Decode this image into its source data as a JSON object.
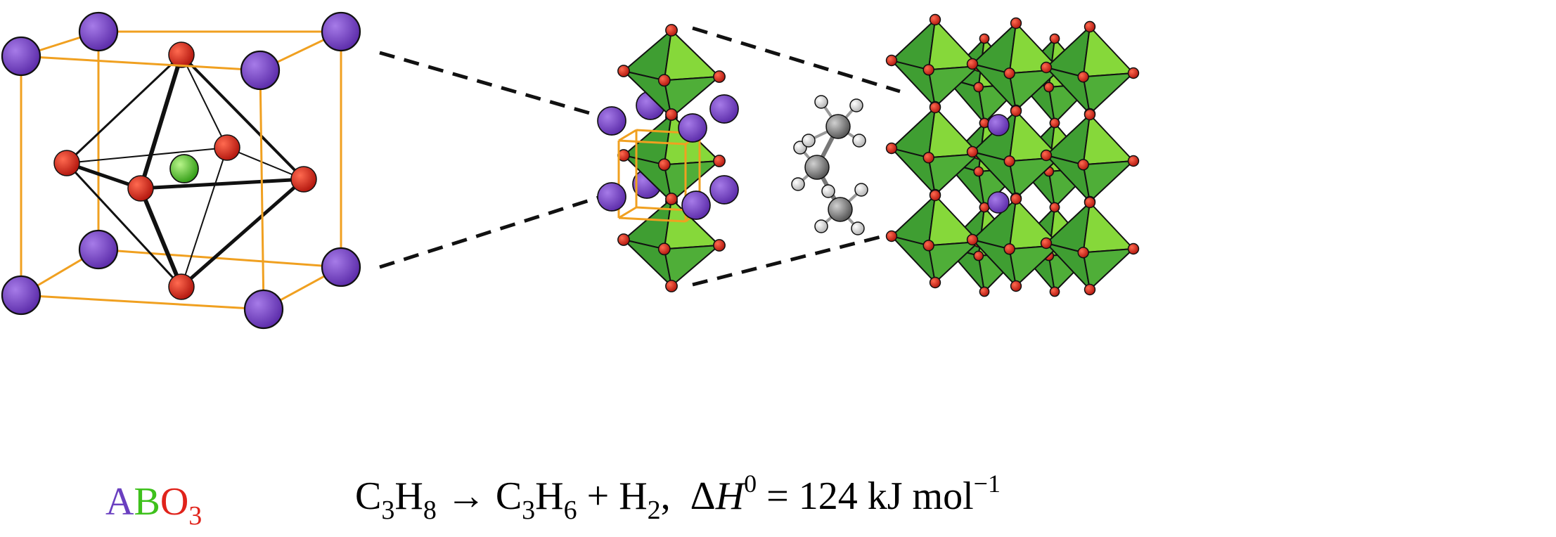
{
  "formula": {
    "A": "A",
    "B": "B",
    "O": "O",
    "sub": "3",
    "colors": {
      "A": "#6a3fc0",
      "B": "#3ec11c",
      "O": "#e0231b"
    }
  },
  "equation": {
    "reactant": "C",
    "reactant_sub1": "3",
    "reactant_h": "H",
    "reactant_sub2": "8",
    "arrow": "→",
    "product1": "C",
    "product1_sub1": "3",
    "product1_h": "H",
    "product1_sub2": "6",
    "plus": "+",
    "product2": "H",
    "product2_sub": "2",
    "comma": ",",
    "delta": "Δ",
    "enthalpy_symbol": "H",
    "enthalpy_sup": "0",
    "equals": "=",
    "value": "124 kJ mol",
    "unit_sup": "−1"
  },
  "colors": {
    "a_site": "#7b46c9",
    "b_site": "#4fc12a",
    "oxygen": "#d92a1d",
    "cell_edge": "#f0a020",
    "octahedron_light": "#86d83a",
    "octahedron_dark": "#3f9e32",
    "hydrogen": "#e8e8e8",
    "carbon": "#8a8a8a"
  }
}
